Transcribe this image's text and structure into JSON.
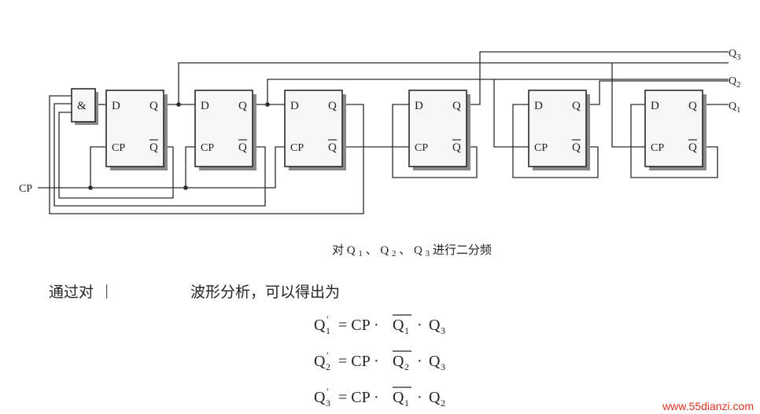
{
  "inputs": {
    "cp": "CP"
  },
  "and_gate": {
    "symbol": "&"
  },
  "flipflop": {
    "d": "D",
    "q": "Q",
    "cp": "CP",
    "qbar": "Q",
    "count": 6
  },
  "outputs": [
    {
      "base": "Q",
      "sub": "3"
    },
    {
      "base": "Q",
      "sub": "2"
    },
    {
      "base": "Q",
      "sub": "1"
    }
  ],
  "caption": {
    "prefix": "对 ",
    "parts": [
      {
        "base": "Q",
        "sub": "1",
        "sep": "、"
      },
      {
        "base": "Q",
        "sub": "2",
        "sep": "、"
      },
      {
        "base": "Q",
        "sub": "3",
        "sep": " 进行二分频"
      }
    ]
  },
  "paragraph": {
    "left": "通过对",
    "right": "波形分析，可以得出为"
  },
  "equations": [
    {
      "lhs_base": "Q",
      "lhs_sub": "1",
      "eq": "= CP ·",
      "bar_base": "Q",
      "bar_sub": "1",
      "dot": "·",
      "last_base": "Q",
      "last_sub": "3"
    },
    {
      "lhs_base": "Q",
      "lhs_sub": "2",
      "eq": "= CP ·",
      "bar_base": "Q",
      "bar_sub": "2",
      "dot": "·",
      "last_base": "Q",
      "last_sub": "3"
    },
    {
      "lhs_base": "Q",
      "lhs_sub": "3",
      "eq": "= CP ·",
      "bar_base": "Q",
      "bar_sub": "1",
      "dot": "·",
      "last_base": "Q",
      "last_sub": "2"
    }
  ],
  "watermark": "www.55dianzi.com"
}
